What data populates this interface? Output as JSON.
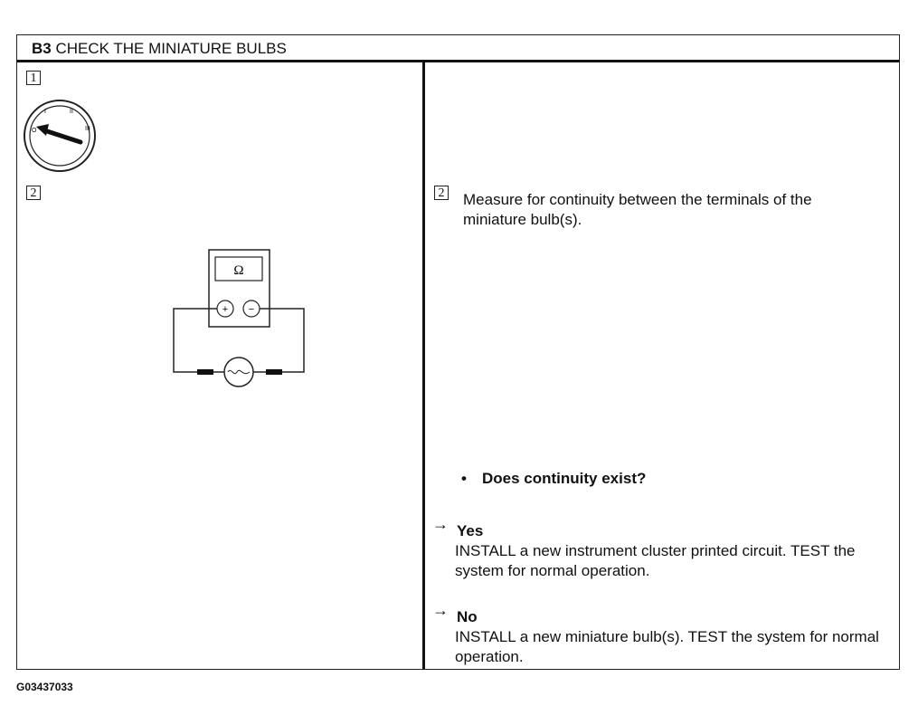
{
  "header": {
    "step_code": "B3",
    "title": "CHECK THE MINIATURE BULBS"
  },
  "left": {
    "step1_number": "1",
    "step2_number": "2",
    "switch_positions": [
      "O",
      "I",
      "II",
      "III"
    ],
    "meter_symbol": "Ω",
    "meter_plus": "+",
    "meter_minus": "−"
  },
  "right": {
    "step2_number": "2",
    "instruction": "Measure for continuity between the terminals of the miniature bulb(s).",
    "question": "Does continuity exist?",
    "yes": {
      "label": "Yes",
      "text": "INSTALL a new instrument cluster printed circuit. TEST the system for normal operation."
    },
    "no": {
      "label": "No",
      "text": "INSTALL a new miniature bulb(s). TEST the system for normal operation."
    }
  },
  "footer": {
    "figure_id": "G03437033"
  }
}
